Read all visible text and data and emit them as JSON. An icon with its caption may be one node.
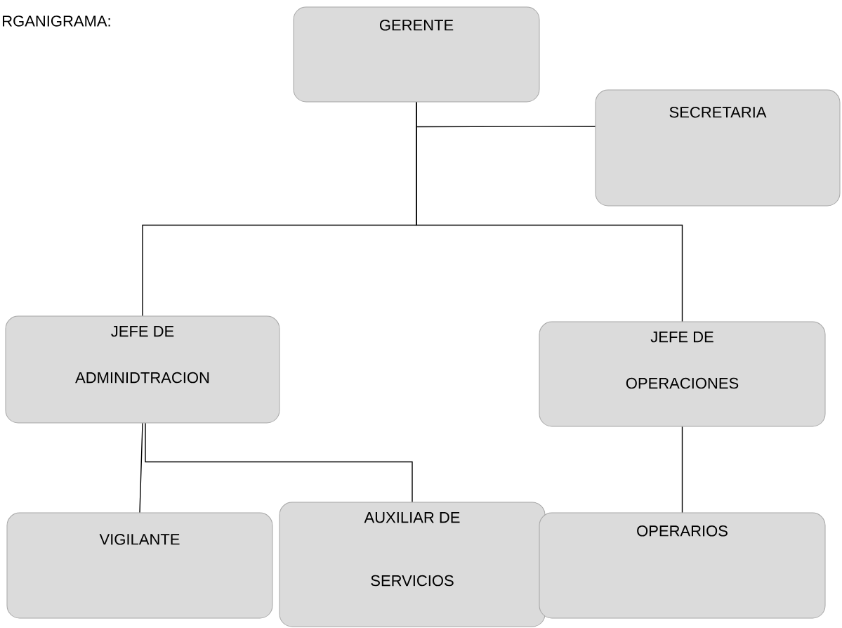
{
  "diagram": {
    "title": "RGANIGRAMA:",
    "nodes": [
      {
        "text": [
          "GERENTE"
        ]
      },
      {
        "text": [
          "SECRETARIA"
        ]
      },
      {
        "text": [
          "JEFE DE ADMINIDTRACION"
        ]
      },
      {
        "text": [
          "JEFE DE OPERACIONES"
        ]
      },
      {
        "text": [
          "VIGILANTE"
        ]
      },
      {
        "text": [
          "AUXILIAR DE SERVICIOS"
        ]
      },
      {
        "text": [
          "OPERARIOS"
        ]
      }
    ],
    "edges": [
      {
        "from": 0,
        "to": 1,
        "arrow": "none"
      },
      {
        "from": 0,
        "to": 2,
        "arrow": "none"
      },
      {
        "from": 0,
        "to": 3,
        "arrow": "none"
      },
      {
        "from": 2,
        "to": 4,
        "arrow": "none"
      },
      {
        "from": 2,
        "to": 5,
        "arrow": "none"
      },
      {
        "from": 3,
        "to": 6,
        "arrow": "none"
      }
    ]
  }
}
